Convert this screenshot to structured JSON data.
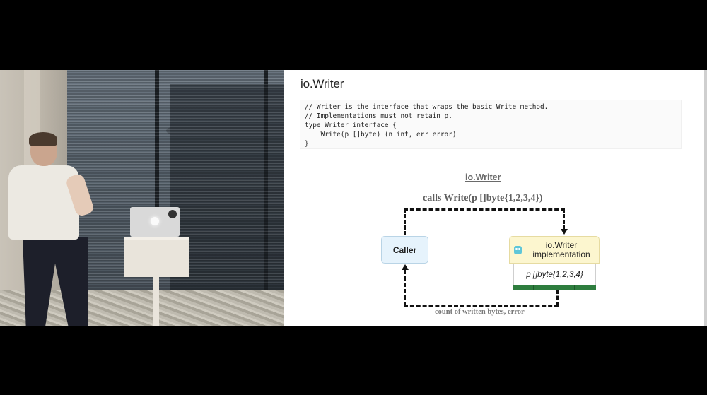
{
  "video": {
    "description": "Speaker presenting in front of window blinds with a laptop on a podium"
  },
  "slide": {
    "title": "io.Writer",
    "code": [
      "// Writer is the interface that wraps the basic Write method.",
      "// Implementations must not retain p.",
      "type Writer interface {",
      "    Write(p []byte) (n int, err error)",
      "}"
    ],
    "diagram": {
      "title": "io.Writer",
      "calls_label": "calls Write(p []byte{1,2,3,4})",
      "return_label": "count of written bytes, error",
      "caller_label": "Caller",
      "impl_label_line1": "io.Writer",
      "impl_label_line2": "implementation",
      "impl_icon": "gopher-icon",
      "buffer_label": "p []byte{1,2,3,4}",
      "colors": {
        "caller_fill": "#e6f3fc",
        "impl_fill": "#fcf6cf",
        "buffer_bar": "#2e7d3e"
      }
    }
  }
}
